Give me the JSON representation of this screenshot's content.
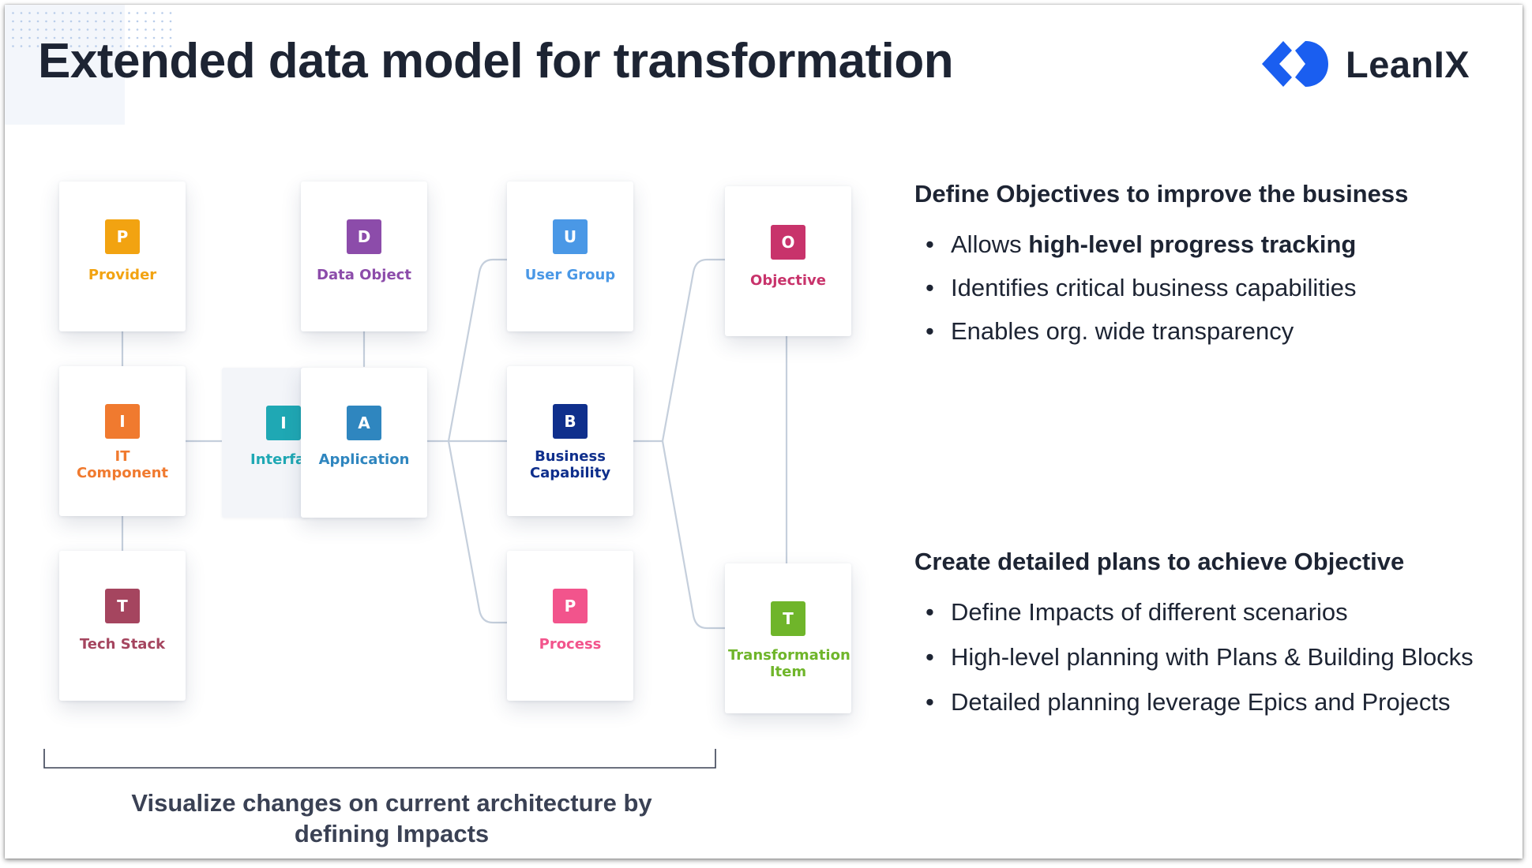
{
  "slide": {
    "title": "Extended data model for transformation",
    "logo": {
      "name": "LeanIX",
      "icon": "leanix-logo-icon",
      "color": "#1a5ef0"
    }
  },
  "diagram": {
    "nodes": {
      "provider": {
        "letter": "P",
        "label": "Provider",
        "color": "#f2a311"
      },
      "data_object": {
        "letter": "D",
        "label": "Data Object",
        "color": "#8c4caa"
      },
      "user_group": {
        "letter": "U",
        "label": "User Group",
        "color": "#4a98e6"
      },
      "objective": {
        "letter": "O",
        "label": "Objective",
        "color": "#c8336b"
      },
      "it_component": {
        "letter": "I",
        "label_line1": "IT",
        "label_line2": "Component",
        "color": "#f07a2f"
      },
      "interface": {
        "letter": "I",
        "label": "Interfa",
        "color": "#1fa8b4"
      },
      "application": {
        "letter": "A",
        "label": "Application",
        "color": "#2f86bf"
      },
      "business_capability": {
        "letter": "B",
        "label_line1": "Business",
        "label_line2": "Capability",
        "color": "#0f2f8c"
      },
      "tech_stack": {
        "letter": "T",
        "label": "Tech Stack",
        "color": "#a5455f"
      },
      "process": {
        "letter": "P",
        "label": "Process",
        "color": "#f2548c"
      },
      "transformation_item": {
        "letter": "T",
        "label_line1": "Transformation",
        "label_line2": "Item",
        "color": "#6fb52a"
      }
    },
    "connector_color": "#c5cfdc",
    "caption_line1": "Visualize changes on current architecture by",
    "caption_line2": "defining Impacts"
  },
  "section1": {
    "heading": "Define Objectives to improve the business",
    "bullet1_prefix": "Allows ",
    "bullet1_bold": "high-level progress tracking",
    "bullet2": "Identifies critical business capabilities",
    "bullet3": "Enables org. wide transparency"
  },
  "section2": {
    "heading": "Create detailed plans to achieve Objective",
    "bullet1": "Define Impacts of different scenarios",
    "bullet2": "High-level planning with Plans & Building Blocks",
    "bullet3": "Detailed planning leverage Epics and Projects"
  }
}
